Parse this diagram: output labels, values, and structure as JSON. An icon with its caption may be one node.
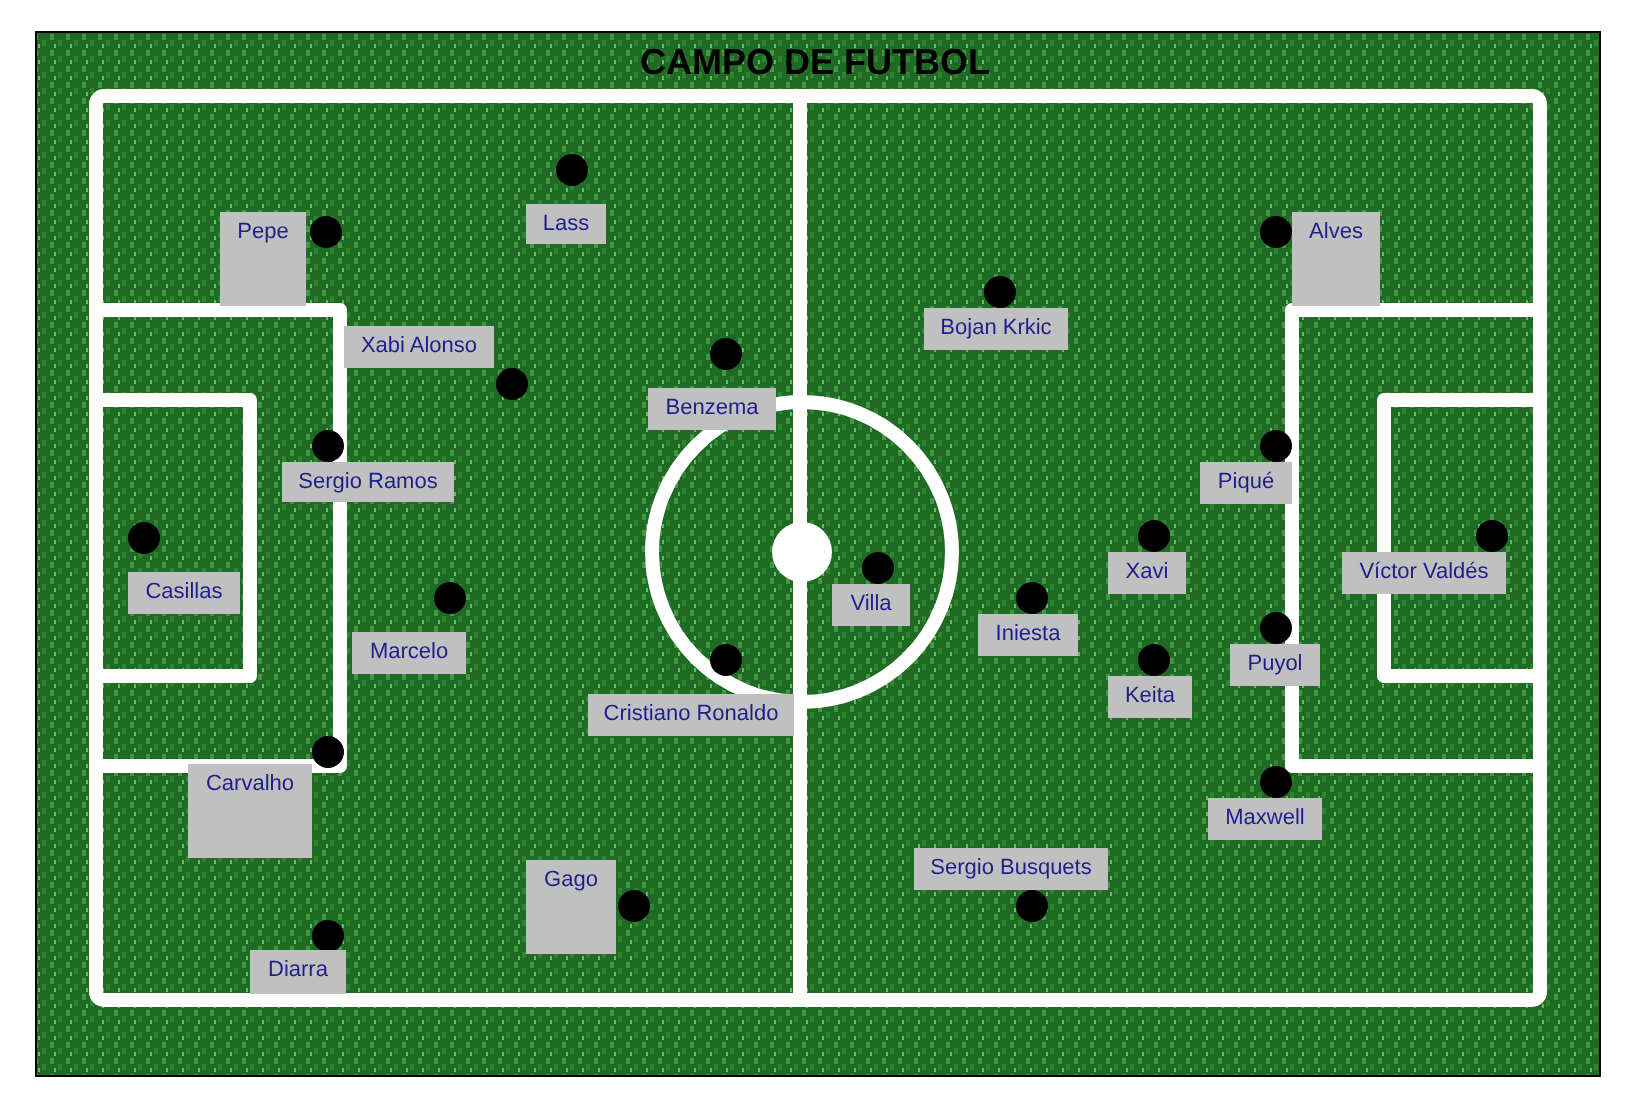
{
  "diagram": {
    "title": "CAMPO DE FUTBOL",
    "nodes": [
      {
        "text": [
          "Lass"
        ]
      },
      {
        "text": [
          "Pepe"
        ]
      },
      {
        "text": [
          "Alves"
        ]
      },
      {
        "text": [
          "Bojan Krkic"
        ]
      },
      {
        "text": [
          "Xabi Alonso"
        ]
      },
      {
        "text": [
          "Benzema"
        ]
      },
      {
        "text": [
          "Sergio Ramos"
        ]
      },
      {
        "text": [
          "Piqué"
        ]
      },
      {
        "text": [
          "Xavi"
        ]
      },
      {
        "text": [
          "Víctor Valdés"
        ]
      },
      {
        "text": [
          "Casillas"
        ]
      },
      {
        "text": [
          "Villa"
        ]
      },
      {
        "text": [
          "Iniesta"
        ]
      },
      {
        "text": [
          "Marcelo"
        ]
      },
      {
        "text": [
          "Puyol"
        ]
      },
      {
        "text": [
          "Keita"
        ]
      },
      {
        "text": [
          "Cristiano Ronaldo"
        ]
      },
      {
        "text": [
          "Carvalho"
        ]
      },
      {
        "text": [
          "Maxwell"
        ]
      },
      {
        "text": [
          "Sergio Busquets"
        ]
      },
      {
        "text": [
          "Gago"
        ]
      },
      {
        "text": [
          "Diarra"
        ]
      }
    ]
  }
}
